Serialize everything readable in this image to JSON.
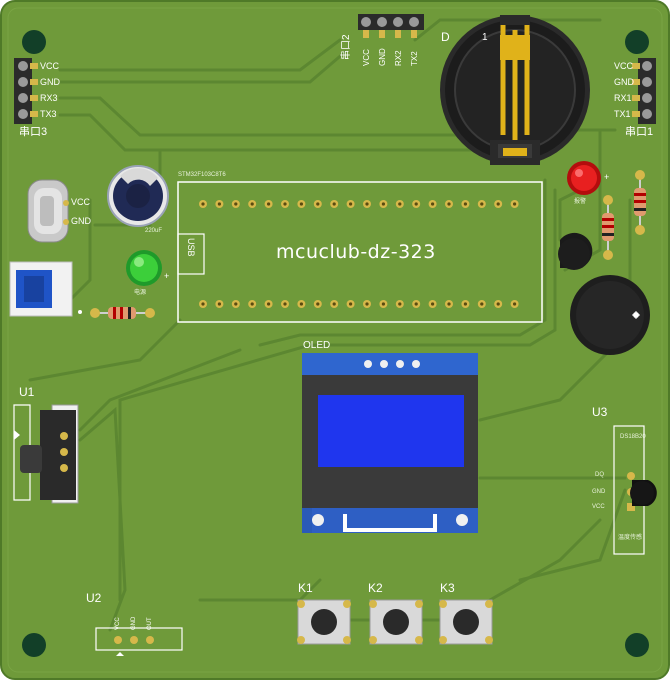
{
  "board": {
    "title": "mcuclub-dz-323",
    "colors": {
      "pcb": "#6f9a3a",
      "pcb_dark": "#5f8a2f",
      "trace": "#5c8631",
      "silk": "#ffffff",
      "pad": "#d6b84a",
      "hole": "#123f28",
      "oled_screen": "#1f36ee",
      "oled_pcb": "#2e5fc4",
      "header": "#2b2b2b",
      "battery": "#2a2a2a"
    }
  },
  "uart3": {
    "pins": [
      "VCC",
      "GND",
      "RX3",
      "TX3"
    ],
    "label": "串口3"
  },
  "uart2": {
    "pins": [
      "VCC",
      "GND",
      "RX2",
      "TX2"
    ],
    "label": "串口2"
  },
  "uart1": {
    "pins": [
      "VCC",
      "GND",
      "RX1",
      "TX1"
    ],
    "label": "串口1"
  },
  "usb_power": {
    "pins": [
      "VCC",
      "GND"
    ]
  },
  "battery": {
    "ref": "D",
    "pin_label": "1"
  },
  "mcu_module": {
    "usb_label": "USB",
    "top_label": "STM32F103C8T6"
  },
  "capacitor": {
    "label": "220uF"
  },
  "leds": {
    "power": {
      "label": "电源",
      "polarity": "+"
    },
    "indicator": {
      "label": "报警",
      "polarity": "+"
    }
  },
  "oled": {
    "label": "OLED"
  },
  "components": {
    "u1": "U1",
    "u2": "U2",
    "u3": "U3",
    "k1": "K1",
    "k2": "K2",
    "k3": "K3"
  },
  "u3_module": {
    "top": "DS18B20",
    "pins": [
      "DQ",
      "GND",
      "VCC"
    ],
    "bottom": "温度传感"
  },
  "u2_module": {
    "pins": [
      "VCC",
      "GND",
      "OUT"
    ]
  }
}
